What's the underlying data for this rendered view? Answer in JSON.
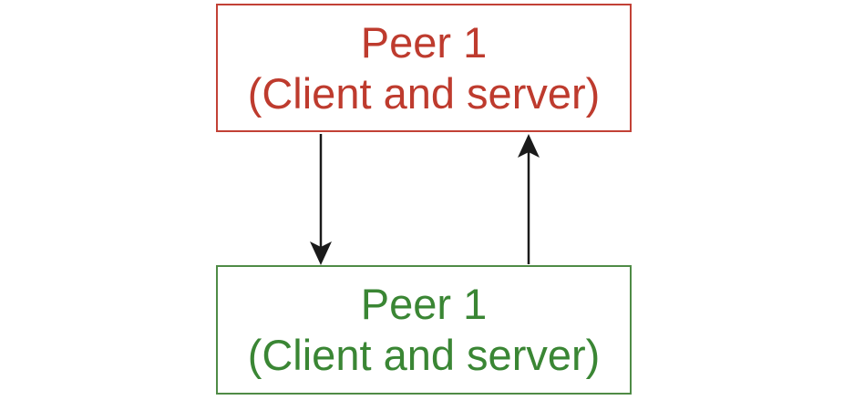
{
  "canvas": {
    "background_color": "#ffffff"
  },
  "nodes": [
    {
      "id": "peer-top",
      "line1": "Peer 1",
      "line2": "(Client and server)",
      "text_color": "#be3b2e",
      "border_color": "#c24136",
      "fill_color": "#ffffff"
    },
    {
      "id": "peer-bottom",
      "line1": "Peer 1",
      "line2": "(Client and server)",
      "text_color": "#3a8634",
      "border_color": "#4f8b46",
      "fill_color": "#ffffff"
    }
  ],
  "arrows": [
    {
      "id": "down-arrow",
      "direction": "down",
      "from": "peer-top",
      "to": "peer-bottom",
      "color": "#1a1a1a"
    },
    {
      "id": "up-arrow",
      "direction": "up",
      "from": "peer-bottom",
      "to": "peer-top",
      "color": "#1a1a1a"
    }
  ]
}
